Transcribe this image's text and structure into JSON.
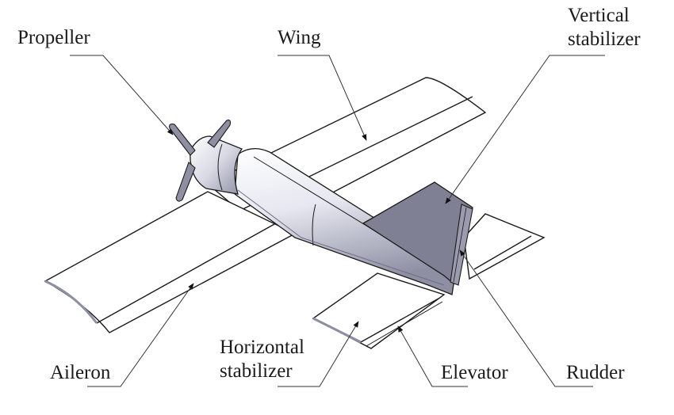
{
  "diagram": {
    "type": "labeled-illustration",
    "subject": "Light aircraft 3D model with component callouts",
    "colors": {
      "background": "#ffffff",
      "outline": "#1a1a1a",
      "leader_line": "#333333",
      "body_shade": "#8e8fa3",
      "body_light": "#e6e7f0",
      "tail_fill": "#7f8094"
    },
    "labels": [
      {
        "id": "propeller",
        "lines": [
          "Propeller"
        ]
      },
      {
        "id": "wing",
        "lines": [
          "Wing"
        ]
      },
      {
        "id": "vertical-stabilizer",
        "lines": [
          "Vertical",
          "stabilizer"
        ]
      },
      {
        "id": "aileron",
        "lines": [
          "Aileron"
        ]
      },
      {
        "id": "horizontal-stabilizer",
        "lines": [
          "Horizontal",
          "stabilizer"
        ]
      },
      {
        "id": "elevator",
        "lines": [
          "Elevator"
        ]
      },
      {
        "id": "rudder",
        "lines": [
          "Rudder"
        ]
      }
    ]
  }
}
